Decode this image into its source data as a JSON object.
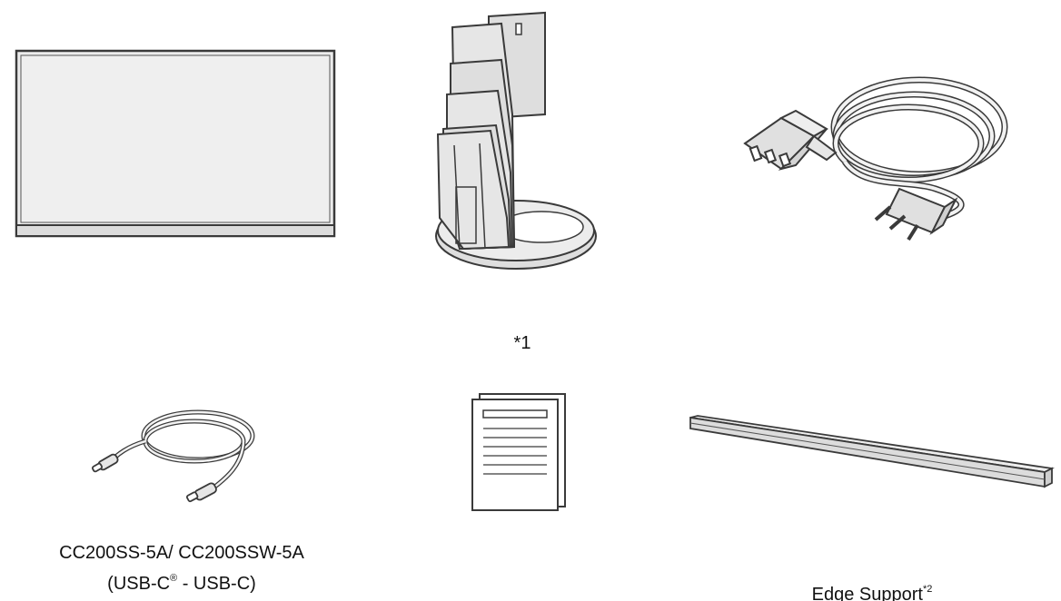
{
  "items": {
    "monitor": {
      "icon": "monitor-panel"
    },
    "stand": {
      "icon": "monitor-stand",
      "footnote_mark": "*1"
    },
    "power_cord": {
      "icon": "power-cord"
    },
    "usb_cable": {
      "icon": "usb-c-cable",
      "caption_line1": "CC200SS-5A/ CC200SSW-5A",
      "caption_line2_prefix": "(USB-C",
      "caption_line2_sup": "®",
      "caption_line2_suffix": " - USB-C)"
    },
    "documents": {
      "icon": "documents"
    },
    "edge_support": {
      "icon": "edge-support-bar",
      "caption": "Edge Support",
      "footnote_mark": "*2"
    }
  },
  "colors": {
    "line": "#3a3a3a",
    "fill": "#ececec",
    "fill_dark": "#d4d4d4"
  }
}
